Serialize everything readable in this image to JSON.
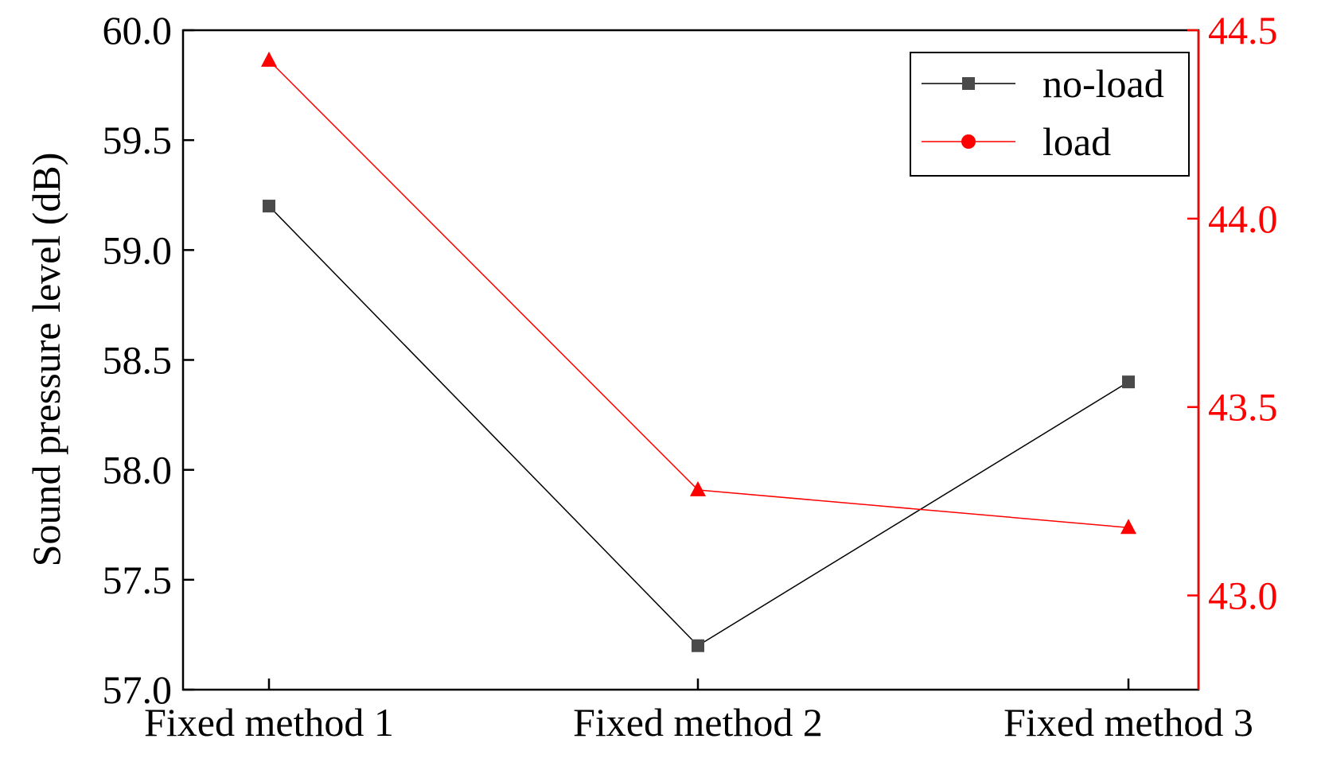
{
  "chart_data": {
    "type": "line",
    "categories": [
      "Fixed method 1",
      "Fixed method 2",
      "Fixed method 3"
    ],
    "ylabel": "Sound pressure level (dB)",
    "y_left_range": [
      57.0,
      60.0
    ],
    "y_left_ticks": [
      "57.0",
      "57.5",
      "58.0",
      "58.5",
      "59.0",
      "59.5",
      "60.0"
    ],
    "y_right_range": [
      42.75,
      44.5
    ],
    "y_right_ticks": [
      "43.0",
      "43.5",
      "44.0",
      "44.5"
    ],
    "grid": false,
    "legend_position": "top-right",
    "series": [
      {
        "name": "no-load",
        "axis": "left",
        "color": "#000000",
        "marker_color": "#4a4a4a",
        "marker": "square",
        "legend_marker": "square",
        "values": [
          59.2,
          57.2,
          58.4
        ]
      },
      {
        "name": "load",
        "axis": "right",
        "color": "#ff0000",
        "marker_color": "#ff0000",
        "marker": "triangle",
        "legend_marker": "circle",
        "values": [
          44.42,
          43.28,
          43.18
        ]
      }
    ],
    "right_axis_color": "#ff0000"
  }
}
